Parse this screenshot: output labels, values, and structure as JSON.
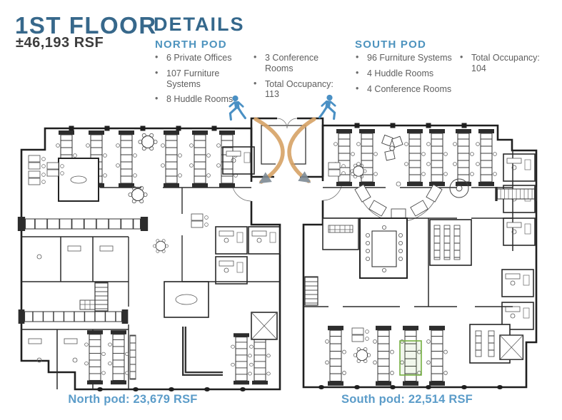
{
  "slide": {
    "floor_title": "1ST FLOOR",
    "floor_area": "±46,193 RSF",
    "details_heading": "DETAILS",
    "pods": {
      "north": {
        "name": "NORTH POD",
        "bullets_col1": [
          "6 Private Offices",
          "107 Furniture Systems",
          "8 Huddle Rooms"
        ],
        "bullets_col2": [
          "3 Conference Rooms",
          "Total Occupancy: 113"
        ],
        "caption": "North pod: 23,679 RSF"
      },
      "south": {
        "name": "SOUTH POD",
        "bullets_col1": [
          "96 Furniture Systems",
          "4 Huddle Rooms",
          "4 Conference Rooms"
        ],
        "bullets_col2": [
          "Total Occupancy: 104"
        ],
        "caption": "South pod: 22,514 RSF"
      }
    },
    "icons": {
      "left_person": "person-walking-icon",
      "right_person": "person-walking-icon",
      "left_arrow": "entry-flow-arrow",
      "right_arrow": "entry-flow-arrow"
    },
    "colors": {
      "heading_blue": "#35688c",
      "pod_heading_blue": "#4d93be",
      "caption_blue": "#5b9cc9",
      "body_text_gray": "#5e5e5e",
      "arrow_orange": "#d7a266",
      "person_blue": "#4a90c4",
      "plan_wall_black": "#222222",
      "highlight_green": "#76b043"
    }
  }
}
